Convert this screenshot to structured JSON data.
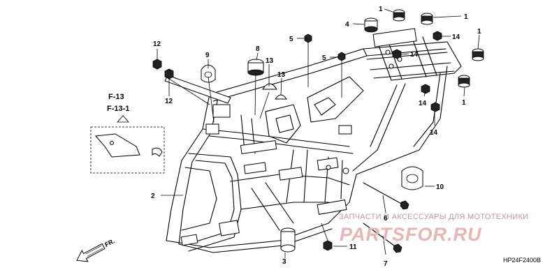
{
  "diagram": {
    "callouts": [
      {
        "id": "c1a",
        "text": "1"
      },
      {
        "id": "c1b",
        "text": "1"
      },
      {
        "id": "c1c",
        "text": "1"
      },
      {
        "id": "c1d",
        "text": "1"
      },
      {
        "id": "c2",
        "text": "2"
      },
      {
        "id": "c3",
        "text": "3"
      },
      {
        "id": "c4",
        "text": "4"
      },
      {
        "id": "c5a",
        "text": "5"
      },
      {
        "id": "c5b",
        "text": "5"
      },
      {
        "id": "c6",
        "text": "6"
      },
      {
        "id": "c7",
        "text": "7"
      },
      {
        "id": "c8",
        "text": "8"
      },
      {
        "id": "c9",
        "text": "9"
      },
      {
        "id": "c10",
        "text": "10"
      },
      {
        "id": "c11",
        "text": "11"
      },
      {
        "id": "c12a",
        "text": "12"
      },
      {
        "id": "c12b",
        "text": "12"
      },
      {
        "id": "c13a",
        "text": "13"
      },
      {
        "id": "c13b",
        "text": "13"
      },
      {
        "id": "c14a",
        "text": "14"
      },
      {
        "id": "c14b",
        "text": "14"
      },
      {
        "id": "c14c",
        "text": "14"
      },
      {
        "id": "c14d",
        "text": "14"
      }
    ],
    "reference_box": {
      "line1": "F-13",
      "line2": "F-13-1"
    },
    "front_arrow": "FR.",
    "drawing_code": "HP24F2400B"
  },
  "watermark": {
    "caption": "ЗАПЧАСТИ И АКСЕССУАРЫ ДЛЯ МОТОТЕХНИКИ",
    "brand": "PARTSFOR.RU",
    "color": "#e9b4b4"
  }
}
